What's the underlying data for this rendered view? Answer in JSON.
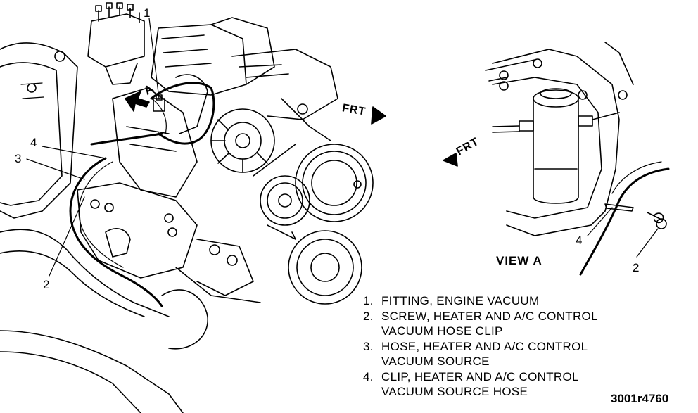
{
  "callouts": {
    "main": [
      "1",
      "4",
      "3",
      "2"
    ],
    "view": [
      "4",
      "2"
    ],
    "arrow_letter": "A"
  },
  "direction": {
    "main": "FRT",
    "view": "FRT"
  },
  "view_label": "VIEW  A",
  "legend": [
    {
      "num": "1.",
      "lines": [
        "FITTING, ENGINE VACUUM"
      ]
    },
    {
      "num": "2.",
      "lines": [
        "SCREW, HEATER AND A/C CONTROL",
        "VACUUM HOSE CLIP"
      ]
    },
    {
      "num": "3.",
      "lines": [
        "HOSE, HEATER AND A/C CONTROL",
        "VACUUM SOURCE"
      ]
    },
    {
      "num": "4.",
      "lines": [
        "CLIP, HEATER AND A/C CONTROL",
        "VACUUM SOURCE HOSE"
      ]
    }
  ],
  "figure_id": "3001r4760"
}
